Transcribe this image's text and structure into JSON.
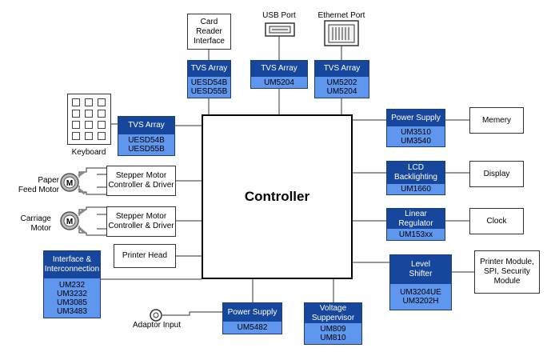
{
  "controller": "Controller",
  "card_reader": "Card Reader\nInterface",
  "usb_port": "USB Port",
  "ethernet_port": "Ethernet Port",
  "keyboard": "Keyboard",
  "paper_feed_motor": "Paper\nFeed Motor",
  "carriage_motor": "Carriage\nMotor",
  "motor_glyph": "M",
  "adaptor_input": "Adaptor Input",
  "tvs_card": {
    "title": "TVS Array",
    "parts": [
      "UESD54B",
      "UESD55B"
    ]
  },
  "tvs_usb": {
    "title": "TVS Array",
    "parts": [
      "UM5204"
    ]
  },
  "tvs_eth": {
    "title": "TVS Array",
    "parts": [
      "UM5202",
      "UM5204"
    ]
  },
  "tvs_kbd": {
    "title": "TVS Array",
    "parts": [
      "UESD54B",
      "UESD55B"
    ]
  },
  "stepper_1": "Stepper Motor\nController & Driver",
  "stepper_2": "Stepper Motor\nController & Driver",
  "printer_head": "Printer Head",
  "interface": {
    "title": "Interface &\nInterconnection",
    "parts": [
      "UM232",
      "UM3232",
      "UM3085",
      "UM3483"
    ]
  },
  "power_bottom": {
    "title": "Power Supply",
    "parts": [
      "UM5482"
    ]
  },
  "voltage_sup": {
    "title": "Voltage\nSuppervisor",
    "parts": [
      "UM809",
      "UM810"
    ]
  },
  "power_right": {
    "title": "Power Supply",
    "parts": [
      "UM3510",
      "UM3540"
    ]
  },
  "lcd": {
    "title": "LCD\nBacklighting",
    "parts": [
      "UM1660"
    ]
  },
  "linear": {
    "title": "Linear\nRegulator",
    "parts": [
      "UM153xx"
    ]
  },
  "level": {
    "title": "Level\nShifter",
    "parts": [
      "UM3204UE",
      "UM3202H"
    ]
  },
  "memery": "Memery",
  "display": "Display",
  "clock": "Clock",
  "printer_module": "Printer Module,\nSPI, Security\nModule",
  "colors": {
    "header": "#17479c",
    "body": "#5f96ee"
  }
}
